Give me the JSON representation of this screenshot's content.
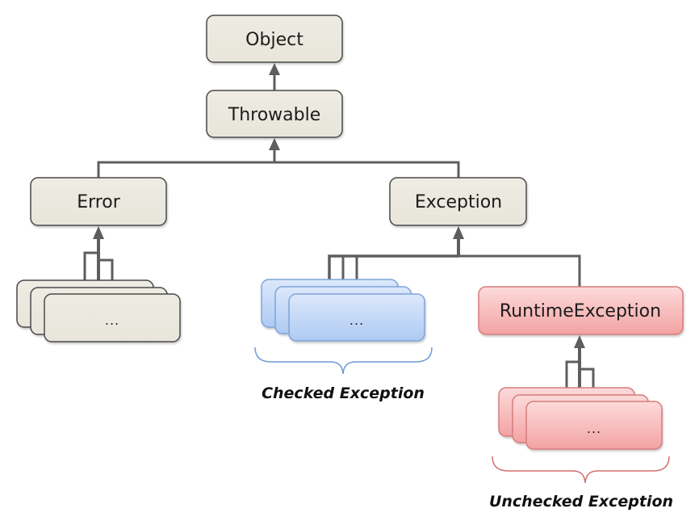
{
  "diagram": {
    "title": "Java Exception Hierarchy",
    "nodes": {
      "object": {
        "label": "Object",
        "style": "neutral"
      },
      "throwable": {
        "label": "Throwable",
        "style": "neutral"
      },
      "error": {
        "label": "Error",
        "style": "neutral"
      },
      "exception": {
        "label": "Exception",
        "style": "neutral"
      },
      "runtime_exception": {
        "label": "RuntimeException",
        "style": "unchecked"
      }
    },
    "stacks": {
      "error_subclasses": {
        "label": "...",
        "style": "neutral"
      },
      "checked_subclasses": {
        "label": "...",
        "style": "checked"
      },
      "unchecked_subclasses": {
        "label": "...",
        "style": "unchecked"
      }
    },
    "edges": [
      {
        "from": "throwable",
        "to": "object"
      },
      {
        "from": "error",
        "to": "throwable"
      },
      {
        "from": "exception",
        "to": "throwable"
      },
      {
        "from": "error_subclasses",
        "to": "error"
      },
      {
        "from": "checked_subclasses",
        "to": "exception"
      },
      {
        "from": "runtime_exception",
        "to": "exception"
      },
      {
        "from": "unchecked_subclasses",
        "to": "runtime_exception"
      }
    ],
    "groups": {
      "checked": {
        "label": "Checked Exception"
      },
      "unchecked": {
        "label": "Unchecked Exception"
      }
    },
    "colors": {
      "neutral_fill": "#ECEAE0",
      "neutral_border": "#4A4A4A",
      "checked_fill_top": "#DCE8FB",
      "checked_fill_bottom": "#AECAF3",
      "checked_border": "#7FA4D9",
      "unchecked_fill_top": "#FDDADA",
      "unchecked_fill_bottom": "#F3A3A3",
      "unchecked_border": "#D77C7C",
      "connector": "#5E5E5E"
    }
  }
}
